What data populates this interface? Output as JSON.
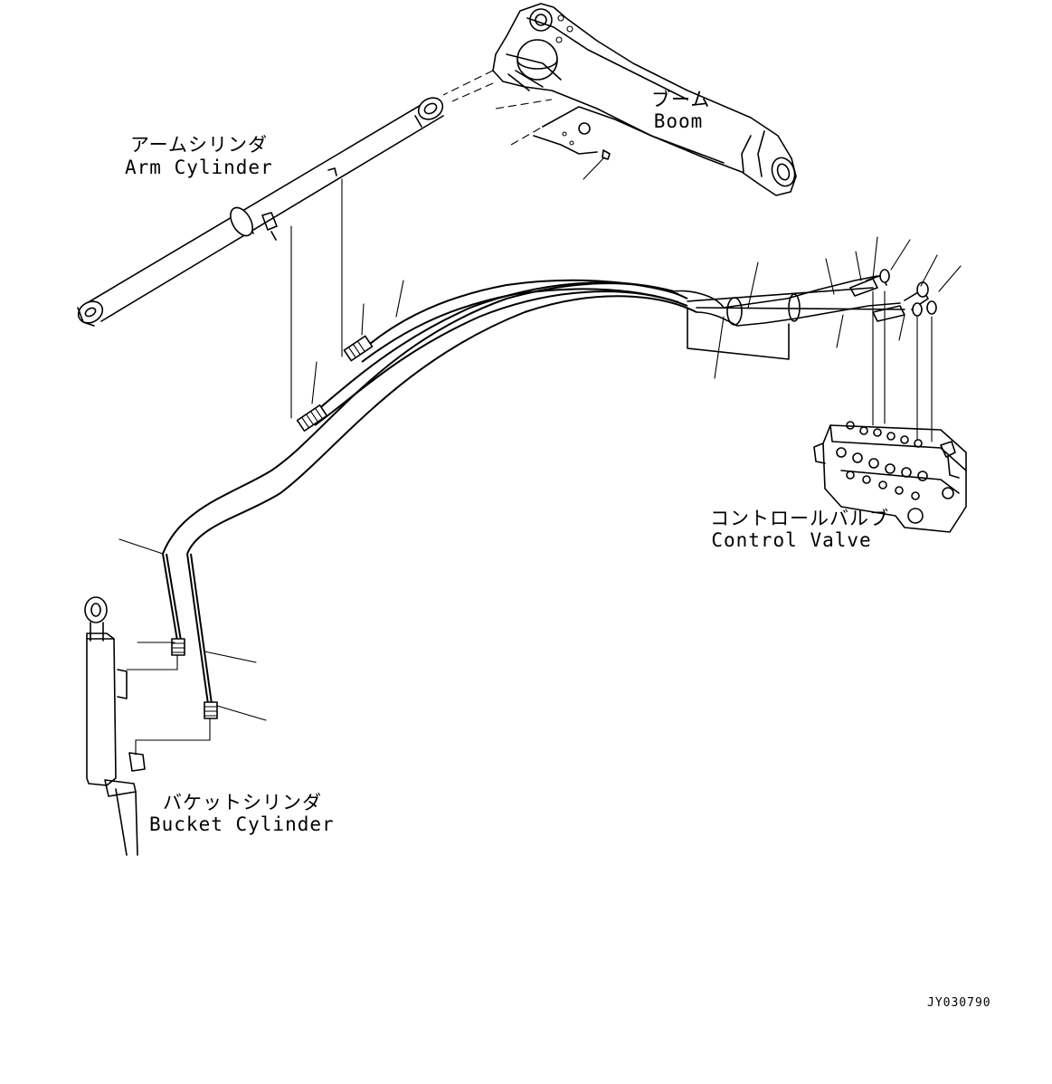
{
  "labels": {
    "boom_jp": "ブーム",
    "boom_en": "Boom",
    "arm_jp": "アームシリンダ",
    "arm_en": "Arm Cylinder",
    "control_valve_jp": "コントロールバルブ",
    "control_valve_en": "Control Valve",
    "bucket_jp": "バケットシリンダ",
    "bucket_en": "Bucket Cylinder"
  },
  "drawing_code": "JY030790",
  "colors": {
    "ink": "#000000",
    "paper": "#ffffff"
  }
}
